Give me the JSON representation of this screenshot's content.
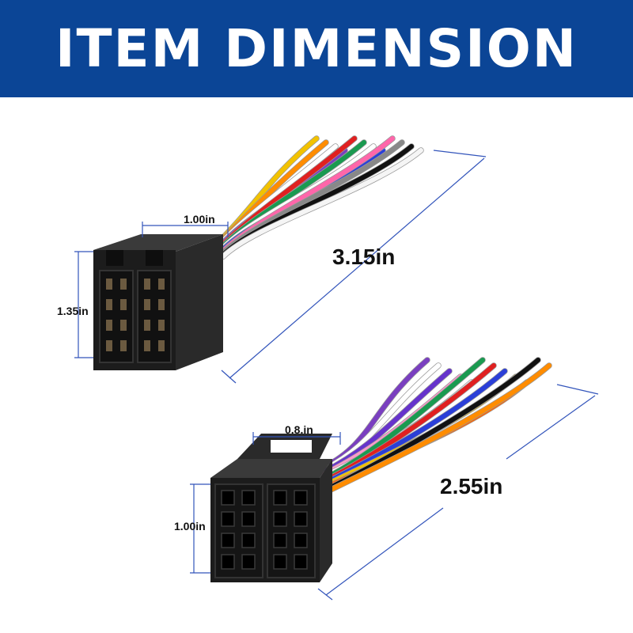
{
  "banner": {
    "title": "ITEM DIMENSION"
  },
  "colors": {
    "banner_bg": "#0b4596",
    "dimension_line": "#3355bb",
    "connector": "#1c1c1c"
  },
  "connectors": [
    {
      "name": "male connector",
      "width_label": "1.00in",
      "height_label": "1.35in",
      "length_label": "3.15in"
    },
    {
      "name": "female connector",
      "width_label": "0.8.in",
      "height_label": "1.00in",
      "length_label": "2.55in"
    }
  ],
  "wire_colors_top": [
    "#f2c200",
    "#ff8c00",
    "#ffffff",
    "#7a3fc0",
    "#e02020",
    "#1a9a50",
    "#ffffff",
    "#2b3fd8",
    "#ff66aa",
    "#888888",
    "#111111",
    "#f5f5f5"
  ],
  "wire_colors_bottom": [
    "#7a3fc0",
    "#ffffff",
    "#6633cc",
    "#ff99cc",
    "#ffffff",
    "#1a9a50",
    "#e02020",
    "#2b3fd8",
    "#f2c200",
    "#ff6600",
    "#111111",
    "#ff8c00"
  ]
}
